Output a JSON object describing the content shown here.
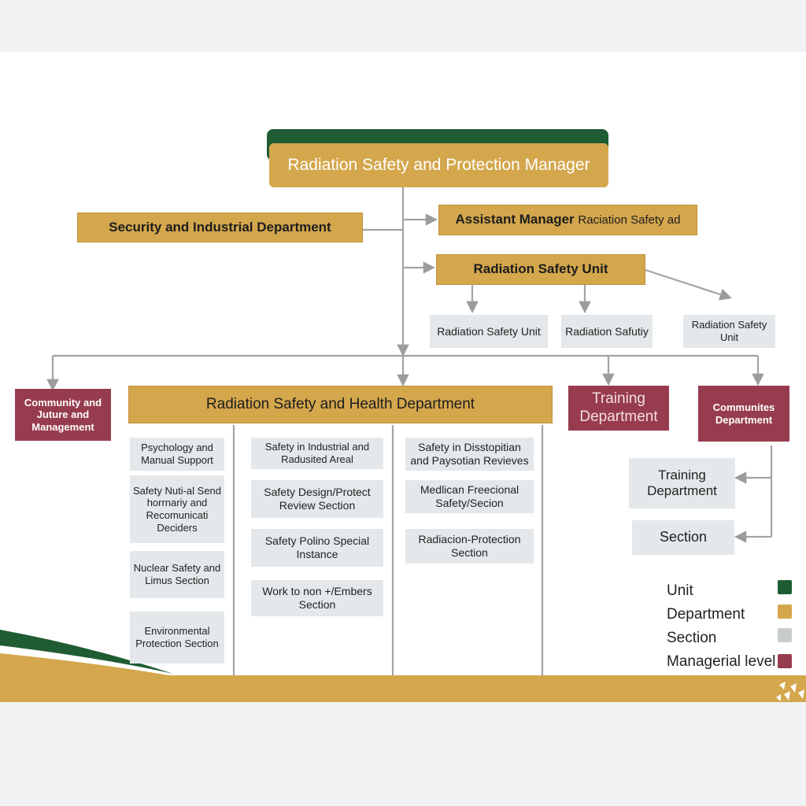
{
  "colors": {
    "unit": "#1f5c33",
    "department": "#d4a74d",
    "section": "#c9cccd",
    "managerial": "#973c4e"
  },
  "top": {
    "title": "Radiation Safety and Protection Manager"
  },
  "row1": {
    "security_dept": "Security and Industrial Department",
    "assistant_bold": "Assistant Manager",
    "assistant_rest": "Raciation Safety ad"
  },
  "unit": {
    "title": "Radiation Safety Unit",
    "children": [
      "Radiation Safety Unit",
      "Radiation Safutiy",
      "Radiation Safety Unit"
    ]
  },
  "community": {
    "title": "Community and Juture and Management"
  },
  "main_dept": {
    "title": "Radiation Safety and Health Department",
    "col1": [
      "Psychology and Manual Support",
      "Safety Nuti-al Send horrnariy and Recomunicati Deciders",
      "Nuclear Safety and Limus Section",
      "Environmental Protection Section"
    ],
    "col2": [
      "Safety in Industrial and Radusited Areal",
      "Safety Design/Protect Review Section",
      "Safety Polino Special Instance",
      "Work to non +/Embers Section"
    ],
    "col3": [
      "Safety in Disstopitian and Paysotian Revieves",
      "Medlican Freecional Safety/Secion",
      "Radiacion-Protection Section"
    ]
  },
  "training": {
    "title": "Training Department"
  },
  "communites": {
    "title": "Communites Department",
    "children": [
      "Training Department",
      "Section"
    ]
  },
  "legend": [
    {
      "label": "Unit",
      "color": "#1f5c33"
    },
    {
      "label": "Department",
      "color": "#d4a74d"
    },
    {
      "label": "Section",
      "color": "#c9cccd"
    },
    {
      "label": "Managerial level",
      "color": "#973c4e"
    }
  ]
}
